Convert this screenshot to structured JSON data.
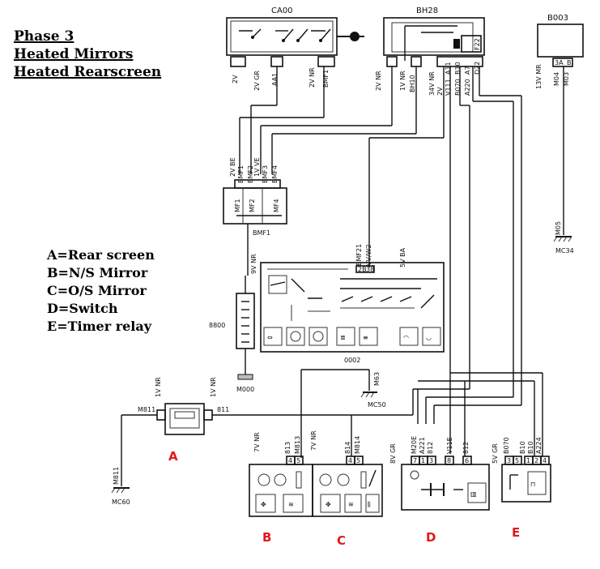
{
  "heading": {
    "line1": "Phase 3",
    "line2": "Heated Mirrors",
    "line3": "Heated Rearscreen"
  },
  "legend": {
    "a": "A=Rear screen",
    "b": "B=N/S Mirror",
    "c": "C=O/S Mirror",
    "d": "D=Switch",
    "e": "E=Timer relay"
  },
  "components": {
    "ca00": "CA00",
    "bh28": "BH28",
    "b003": "B003",
    "bmf1": "BMF1",
    "b800": "8800",
    "m000": "M000",
    "m002": "0002",
    "mc50": "MC50",
    "mc34": "MC34",
    "mc60": "MC60",
    "m05": "M05",
    "m811": "M811",
    "m63": "M63",
    "ve3a": "3A",
    "ve_b": "B"
  },
  "wire_labels": {
    "ca_2v": "2V",
    "ca_2vgr": "2V GR",
    "ca_aa1": "AA1",
    "ca_2vnr": "2V NR",
    "ca_bmf1": "BMF1",
    "bh_2vnr": "2V NR",
    "bh_1vnr": "1V NR",
    "bh_bh10": "BH10",
    "bh_34vnr": "34V NR",
    "bh_2v": "2V",
    "bh_v111": "V111",
    "bh_a11": "A11",
    "bh_b070": "B070",
    "bh_b10": "B10",
    "bh_a220": "A220",
    "bh_a7": "A7",
    "bh_d22": "D22",
    "bh_f22": "F22",
    "b003_13vmr": "13V MR",
    "b003_m04": "M04",
    "b003_m03": "M03",
    "bmf_2vbe": "2V BE",
    "bmf_bmf1": "BMF1",
    "bmf_bmf2": "BMF2",
    "bmf_1vve": "1V VE",
    "bmf_bmf3": "BMF3",
    "bmf_bmf4": "BMF4",
    "bmf_mf1": "MF1",
    "bmf_mf2": "MF2",
    "bmf_mf4": "MF4",
    "fuse_9vnr": "9V NR",
    "fuse_bmf21": "BMF21",
    "fuse_vvw2": "VV/W2",
    "fuse_5vba": "5V BA",
    "fuse_2b": "2B",
    "fuse_38": "38",
    "a_1vnr_left": "1V NR",
    "a_1vnr_right": "1V NR",
    "a_m811": "M811",
    "a_811": "811",
    "b_7vnr": "7V NR",
    "b_813": "813",
    "b_m813": "M813",
    "c_7vnr": "7V NR",
    "c_814": "814",
    "c_m814": "M814",
    "d_8vgr": "8V GR",
    "d_m20e": "M20E",
    "d_a221": "A221",
    "d_812": "812",
    "d_v11e": "V11E",
    "d_812b": "812",
    "e_5vgr": "5V GR",
    "e_b070": "B070",
    "e_b10": "B10",
    "e_b10b": "B10",
    "e_a224": "A224"
  },
  "pins": {
    "b_4": "4",
    "b_5": "5",
    "c_4": "4",
    "c_5": "5",
    "d_7": "7",
    "d_1": "1",
    "d_3": "3",
    "d_8": "8",
    "d_6": "6",
    "e_3": "3",
    "e_5": "5",
    "e_1": "1",
    "e_2": "2",
    "e_4": "4"
  },
  "photo_labels": {
    "a": "A",
    "b": "B",
    "c": "C",
    "d": "D",
    "e": "E"
  },
  "colors": {
    "wire": "#111111",
    "photo_label": "#e01a1a",
    "background": "#ffffff"
  }
}
